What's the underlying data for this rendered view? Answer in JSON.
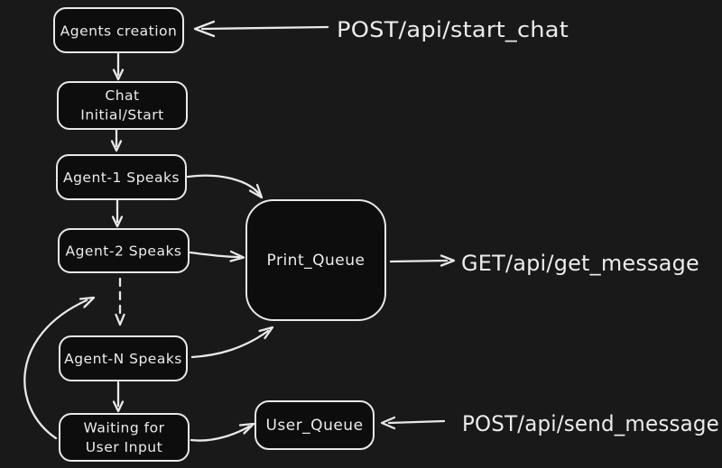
{
  "colors": {
    "background": "#191919",
    "node_fill": "#0d0d0d",
    "stroke": "#e9e9e9",
    "text": "#ececec"
  },
  "nodes": {
    "agents_creation": {
      "label": "Agents creation"
    },
    "chat_initial": {
      "lines": [
        "Chat",
        "Initial/Start"
      ]
    },
    "agent_1": {
      "label": "Agent-1 Speaks"
    },
    "agent_2": {
      "label": "Agent-2 Speaks"
    },
    "agent_n": {
      "label": "Agent-N Speaks"
    },
    "waiting": {
      "lines": [
        "Waiting for",
        "User Input"
      ]
    },
    "print_queue": {
      "label": "Print_Queue"
    },
    "user_queue": {
      "label": "User_Queue"
    }
  },
  "api_labels": {
    "start_chat": "POST/api/start_chat",
    "get_message": "GET/api/get_message",
    "send_message": "POST/api/send_message"
  }
}
